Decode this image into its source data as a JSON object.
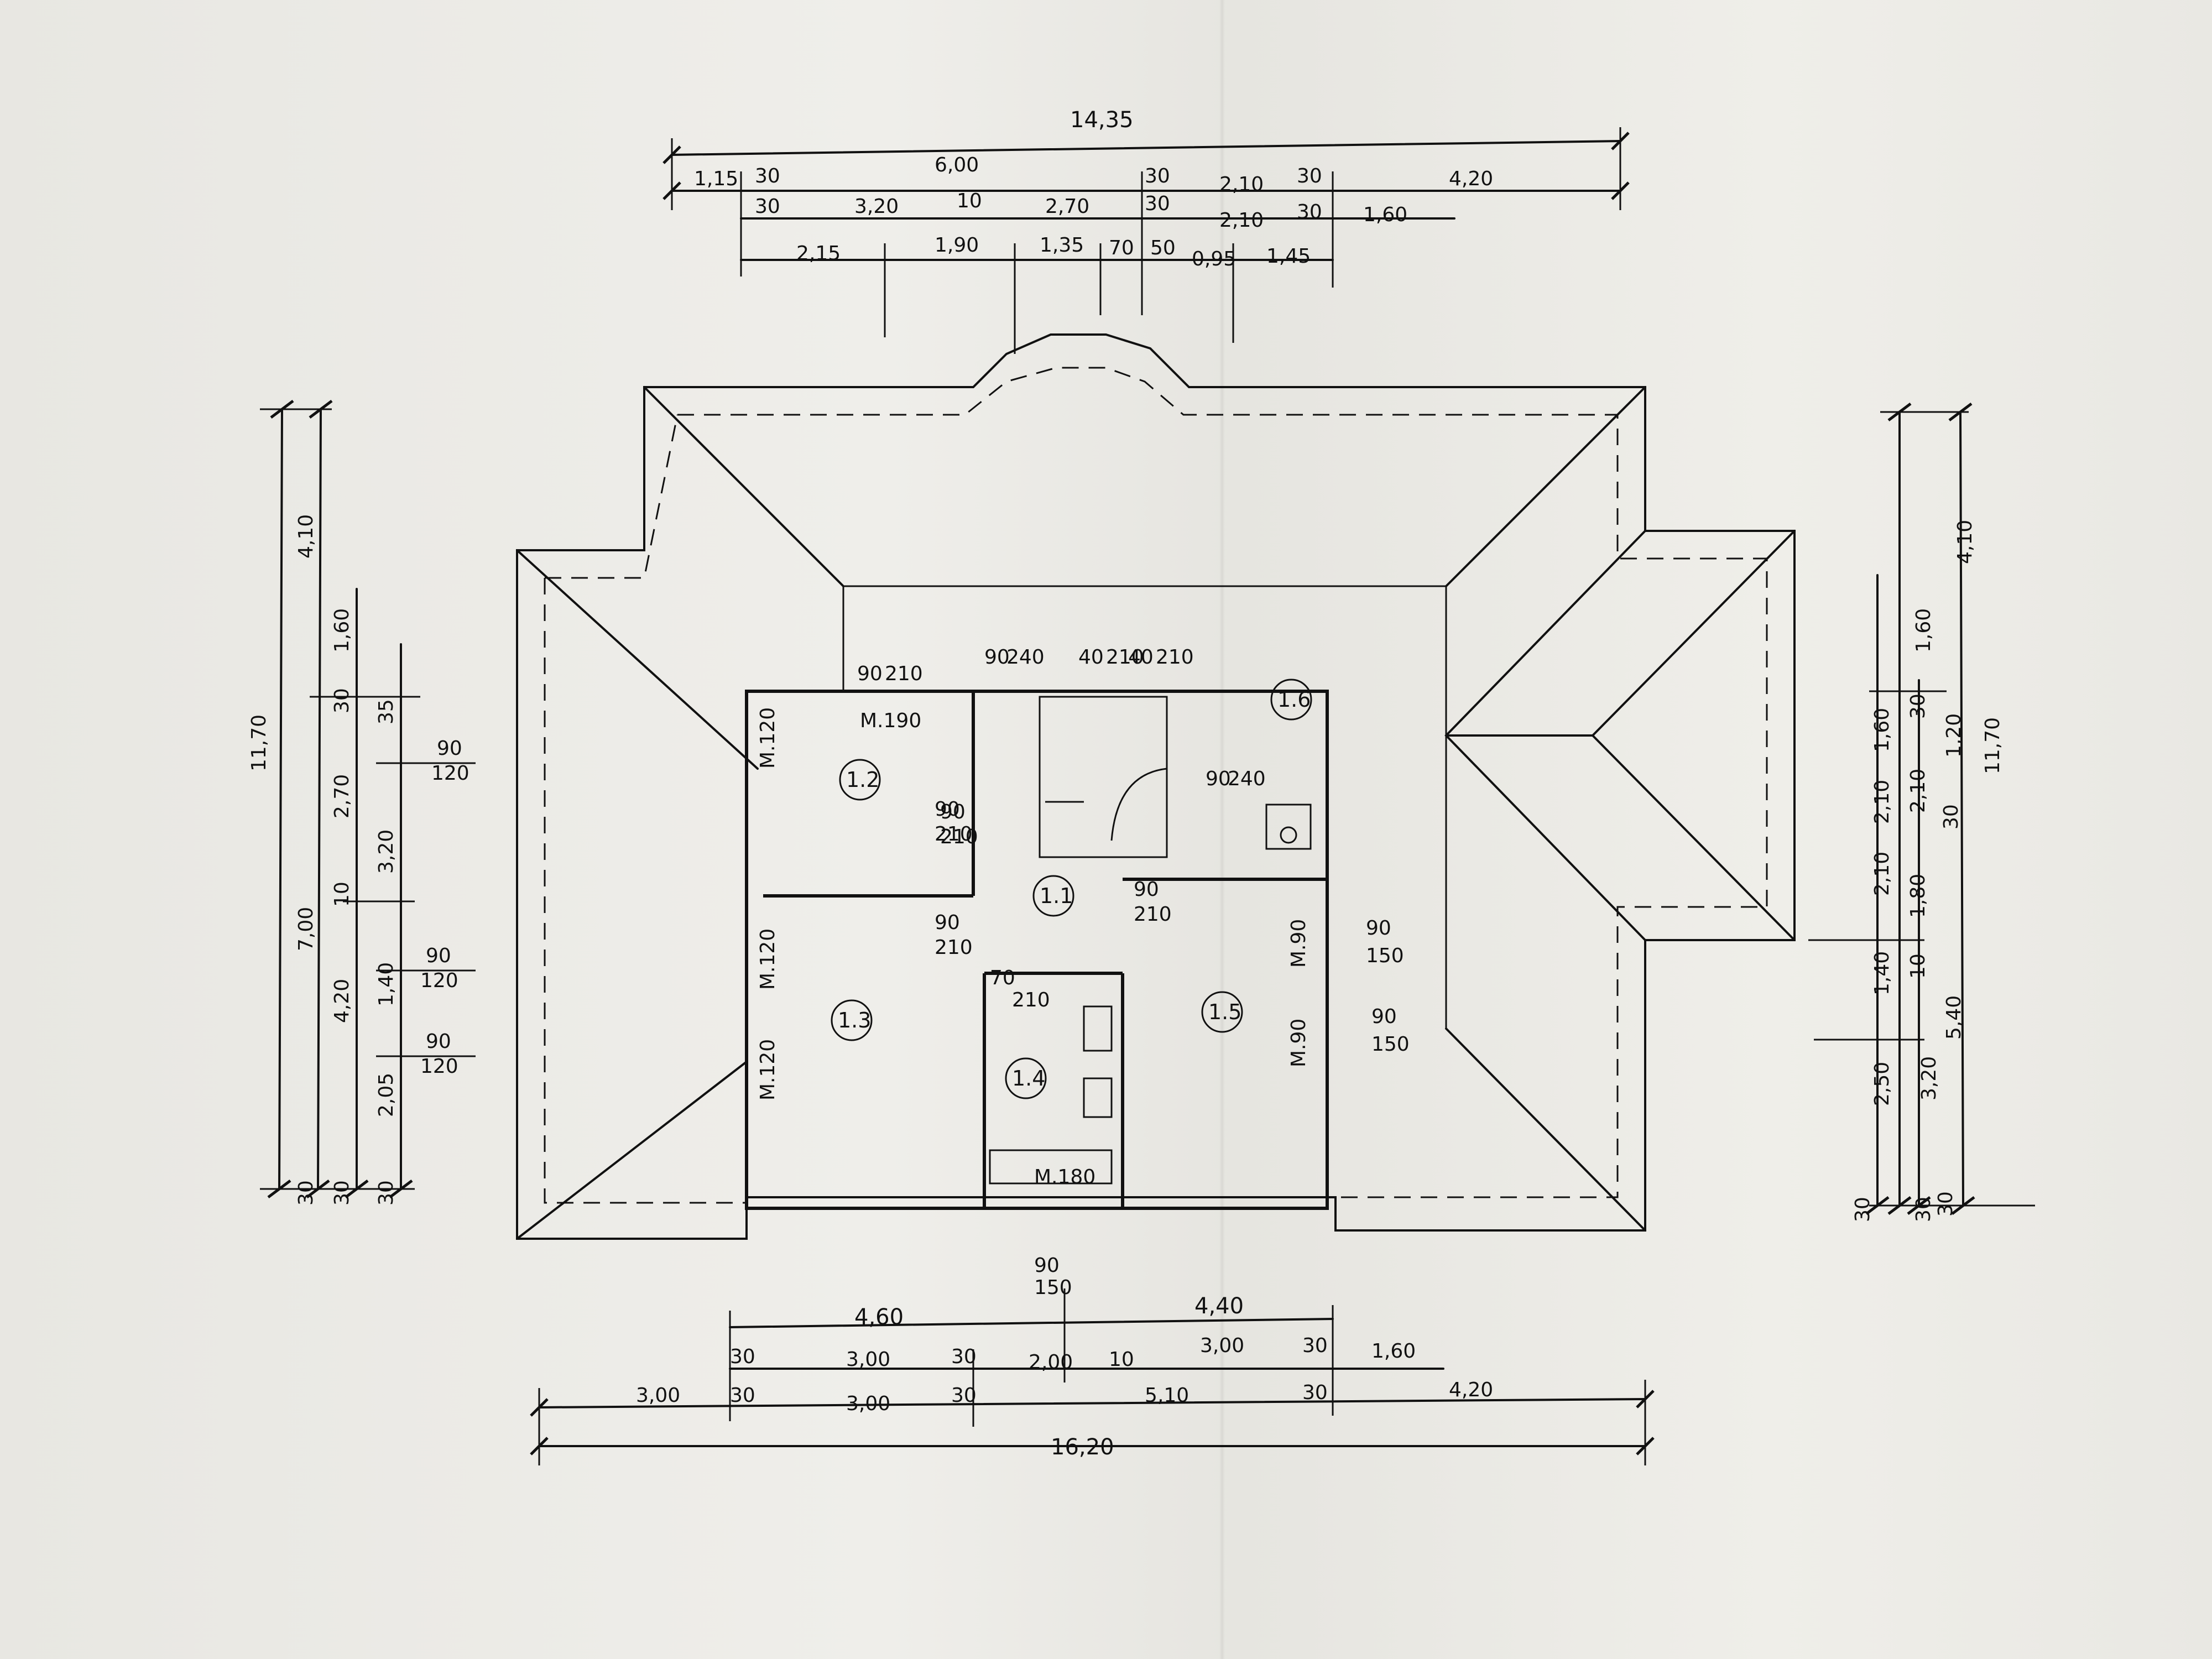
{
  "top": {
    "overall": "14,35",
    "row1": [
      "1,15",
      "30",
      "6,00",
      "30",
      "2,10",
      "30",
      "4,20"
    ],
    "row2": [
      "30",
      "3,20",
      "10",
      "2,70",
      "30",
      "2,10",
      "30",
      "1,60"
    ],
    "row3": [
      "2,15",
      "1,90",
      "1,35",
      "70",
      "50",
      "0,95",
      "1,45"
    ]
  },
  "bottom": {
    "row1": [
      "4,60",
      "4,40"
    ],
    "row2": [
      "30",
      "3,00",
      "30",
      "2,00",
      "10",
      "3,00",
      "30",
      "1,60"
    ],
    "row3": [
      "3,00",
      "30",
      "3,00",
      "30",
      "5,10",
      "30",
      "4,20"
    ],
    "overall": "16,20"
  },
  "left": {
    "overall": "11,70",
    "outer": [
      "4,10",
      "7,00",
      "30"
    ],
    "middle": [
      "1,60",
      "30",
      "2,70",
      "10",
      "4,20",
      "30"
    ],
    "inner": [
      "35",
      "3,20",
      "1,40",
      "2,05",
      "30"
    ],
    "openings": [
      [
        "90",
        "120"
      ],
      [
        "90",
        "120"
      ],
      [
        "90",
        "120"
      ]
    ]
  },
  "right": {
    "overall": "11,70",
    "outer": [
      "4,10",
      "1,20",
      "5,40",
      "30"
    ],
    "middle": [
      "1,60",
      "30",
      "2,10",
      "30",
      "1,80",
      "10",
      "3,20",
      "30"
    ],
    "inner": [
      "1,60",
      "2,10",
      "2,10",
      "1,40",
      "2,50",
      "30"
    ]
  },
  "rooms": [
    "1.1",
    "1.2",
    "1.3",
    "1.4",
    "1.5",
    "1.6"
  ],
  "windows": {
    "w1": "M.190",
    "w2": "M.120",
    "w3": "M.120",
    "w4": "M.120",
    "w5": "M.90",
    "w6": "M.90",
    "w7": "M.180"
  },
  "doors": {
    "d1": [
      "90",
      "210"
    ],
    "d2": [
      "90",
      "210"
    ],
    "d3": [
      "90",
      "210"
    ],
    "d4": [
      "70",
      "210"
    ],
    "d5": [
      "90",
      "210"
    ],
    "d6": [
      "90",
      "240"
    ],
    "d7": [
      "90",
      "240"
    ],
    "d8": [
      "90",
      "150"
    ],
    "d9": [
      "90",
      "150"
    ],
    "d10": [
      "90",
      "150"
    ],
    "d11": [
      "40",
      "210"
    ],
    "d12": [
      "40",
      "210"
    ],
    "d13": [
      "90",
      "210"
    ]
  }
}
